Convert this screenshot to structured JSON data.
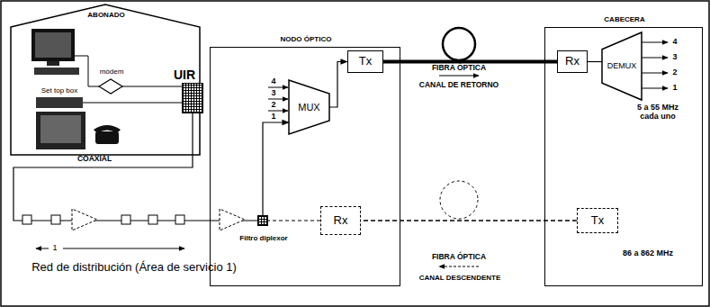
{
  "diagram": {
    "nodes": [
      {
        "text": [
          "ABONADO"
        ]
      },
      {
        "text": [
          "módem"
        ],
        "in": 0
      },
      {
        "text": [
          "Set top box"
        ],
        "in": 0
      },
      {
        "text": [
          "UIR"
        ]
      },
      {
        "text": [
          "NODO ÓPTICO"
        ]
      },
      {
        "text": [
          "Tx"
        ],
        "in": 4
      },
      {
        "text": [
          "MUX"
        ],
        "in": 4
      },
      {
        "text": [
          "Filtro diplexor"
        ],
        "in": 4
      },
      {
        "text": [
          "Rx"
        ],
        "in": 4
      },
      {
        "text": [
          "CABECERA"
        ]
      },
      {
        "text": [
          "Rx"
        ],
        "in": 9
      },
      {
        "text": [
          "DEMUX"
        ],
        "in": 9
      },
      {
        "text": [
          "Tx"
        ],
        "in": 9
      }
    ],
    "edges": [
      {
        "from": 1,
        "to": 3,
        "arrow": "none"
      },
      {
        "from": 2,
        "to": 3,
        "arrow": "none"
      },
      {
        "from": 3,
        "to": 7,
        "label": "COAXIAL",
        "arrow": "none"
      },
      {
        "from": 7,
        "to": 6,
        "arrow": "to"
      },
      {
        "from": 6,
        "to": 5,
        "arrow": "to"
      },
      {
        "from": 5,
        "to": 10,
        "label": "FIBRA ÓPTICA",
        "arrow": "none"
      },
      {
        "from": 10,
        "to": 11,
        "arrow": "none"
      },
      {
        "from": 12,
        "to": 8,
        "label": "FIBRA ÓPTICA",
        "arrow": "none"
      },
      {
        "from": 8,
        "to": 7,
        "arrow": "none"
      }
    ],
    "labels": [
      "4",
      "3",
      "2",
      "1",
      "4",
      "3",
      "2",
      "1",
      "5 a 55 MHz cada uno",
      "86 a 862 MHz",
      "CANAL DE RETORNO",
      "CANAL DESCENDENTE",
      "Red de distribución (Área de servicio 1)",
      "1"
    ]
  }
}
